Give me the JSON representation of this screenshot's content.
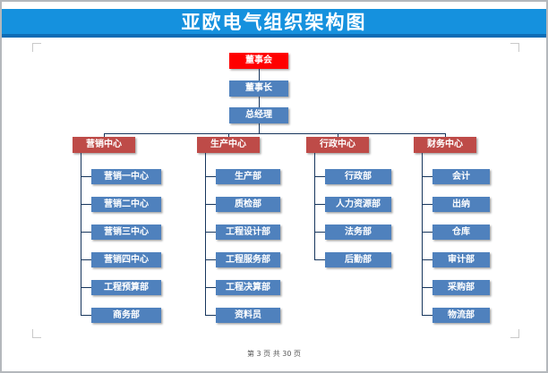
{
  "title": "亚欧电气组织架构图",
  "footer": {
    "page_indicator": "第 3 页 共 30 页"
  },
  "tree": {
    "root": "董事会",
    "executives": [
      "董事长",
      "总经理"
    ],
    "branches": [
      {
        "name": "营销中心",
        "children": [
          "营销一中心",
          "营销二中心",
          "营销三中心",
          "营销四中心",
          "工程预算部",
          "商务部"
        ]
      },
      {
        "name": "生产中心",
        "children": [
          "生产部",
          "质检部",
          "工程设计部",
          "工程服务部",
          "工程决算部",
          "资料员"
        ]
      },
      {
        "name": "行政中心",
        "children": [
          "行政部",
          "人力资源部",
          "法务部",
          "后勤部"
        ]
      },
      {
        "name": "财务中心",
        "children": [
          "会计",
          "出纳",
          "仓库",
          "审计部",
          "采购部",
          "物流部"
        ]
      }
    ]
  },
  "colors": {
    "banner": "#1591DE",
    "banner_edge": "#0C6CB5",
    "root_node": "#FF0000",
    "executive_node": "#4F81BD",
    "branch_node": "#BE4B48",
    "department_node": "#4F81BD",
    "connector": "#17365D"
  }
}
